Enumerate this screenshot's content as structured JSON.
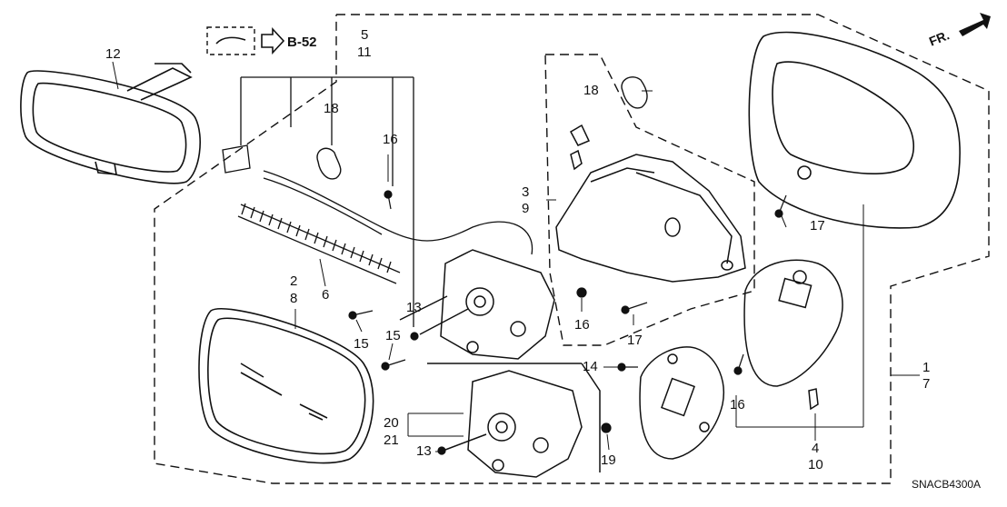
{
  "diagram": {
    "code": "SNACB4300A",
    "ref_page": "B-52",
    "direction": "FR.",
    "callouts": {
      "c1": "1",
      "c7": "7",
      "c2": "2",
      "c8": "8",
      "c3": "3",
      "c9": "9",
      "c4": "4",
      "c10": "10",
      "c5": "5",
      "c11": "11",
      "c6": "6",
      "c12": "12",
      "c13a": "13",
      "c13b": "13",
      "c14": "14",
      "c15a": "15",
      "c15b": "15",
      "c16a": "16",
      "c16b": "16",
      "c16c": "16",
      "c17a": "17",
      "c17b": "17",
      "c18a": "18",
      "c18b": "18",
      "c19": "19",
      "c20": "20",
      "c21": "21"
    }
  }
}
